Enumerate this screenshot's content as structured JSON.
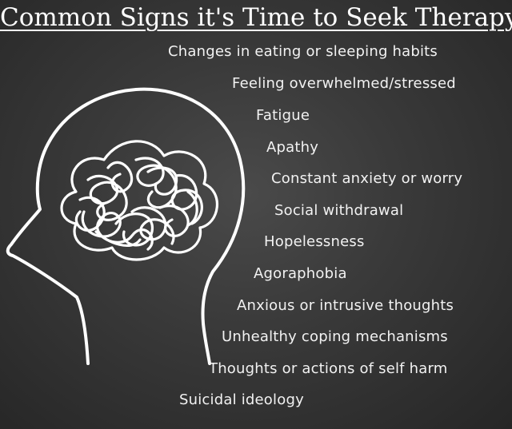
{
  "title": "Common Signs it's Time to Seek Therapy",
  "illustration": {
    "icon": "head-with-tangled-brain-icon",
    "stroke_color": "#ffffff"
  },
  "background_color": "#3a3a3a",
  "signs": [
    "Changes in eating or sleeping habits",
    "Feeling overwhelmed/stressed",
    "Fatigue",
    "Apathy",
    "Constant anxiety or worry",
    "Social withdrawal",
    "Hopelessness",
    "Agoraphobia",
    "Anxious or intrusive thoughts",
    "Unhealthy coping mechanisms",
    "Thoughts or actions of self harm",
    "Suicidal ideology"
  ]
}
